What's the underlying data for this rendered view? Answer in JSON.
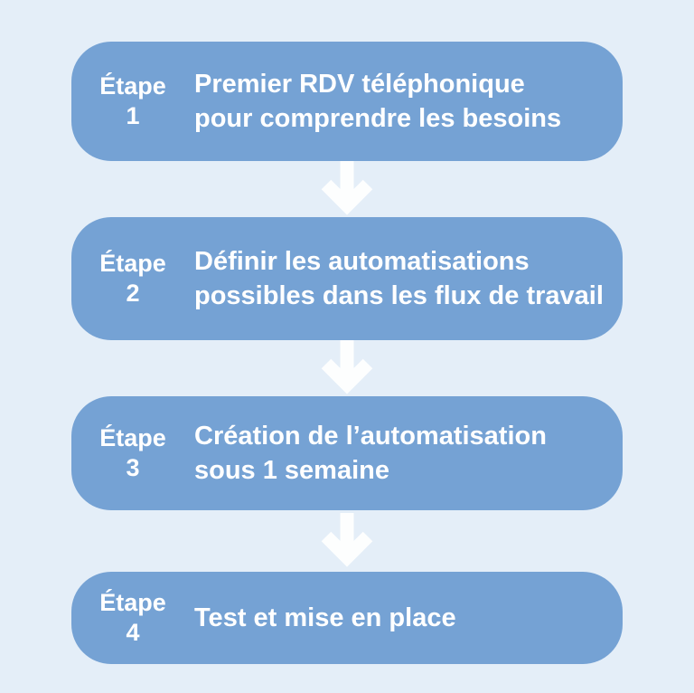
{
  "page": {
    "background_color": "#e4eef8"
  },
  "colors": {
    "box": "#75a2d4",
    "text": "#ffffff",
    "arrow": "#fdfefe"
  },
  "diagram": {
    "type": "vertical-process-flow",
    "language": "fr",
    "connector": "down-arrow"
  },
  "steps": [
    {
      "label": "Étape",
      "number": "1",
      "lines": [
        "Premier RDV téléphonique",
        "pour comprendre les besoins"
      ]
    },
    {
      "label": "Étape",
      "number": "2",
      "lines": [
        "Définir les automatisations",
        "possibles dans les flux de travail"
      ]
    },
    {
      "label": "Étape",
      "number": "3",
      "lines": [
        "Création de l’automatisation",
        "sous 1 semaine"
      ]
    },
    {
      "label": "Étape",
      "number": "4",
      "lines": [
        "Test et mise en place"
      ]
    }
  ]
}
